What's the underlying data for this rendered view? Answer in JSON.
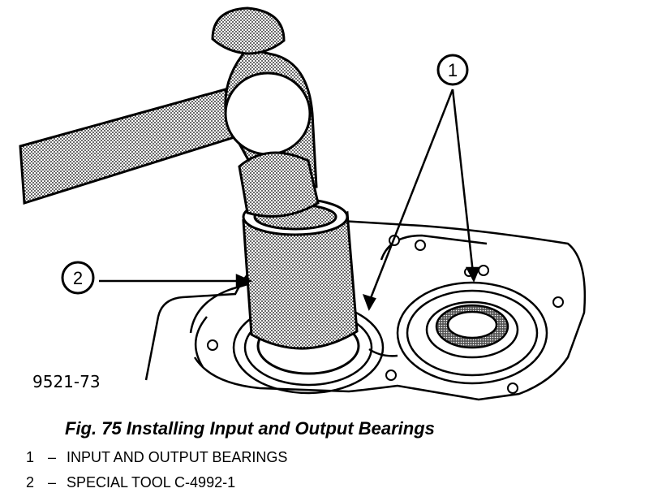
{
  "figure": {
    "code": "9521-73",
    "callouts": [
      {
        "id": "1",
        "label": "1"
      },
      {
        "id": "2",
        "label": "2"
      }
    ]
  },
  "caption": "Fig. 75 Installing Input and Output Bearings",
  "legend": [
    {
      "num": "1",
      "sep": "–",
      "text": "INPUT AND OUTPUT BEARINGS"
    },
    {
      "num": "2",
      "sep": "–",
      "text": "SPECIAL TOOL C-4992-1"
    }
  ]
}
